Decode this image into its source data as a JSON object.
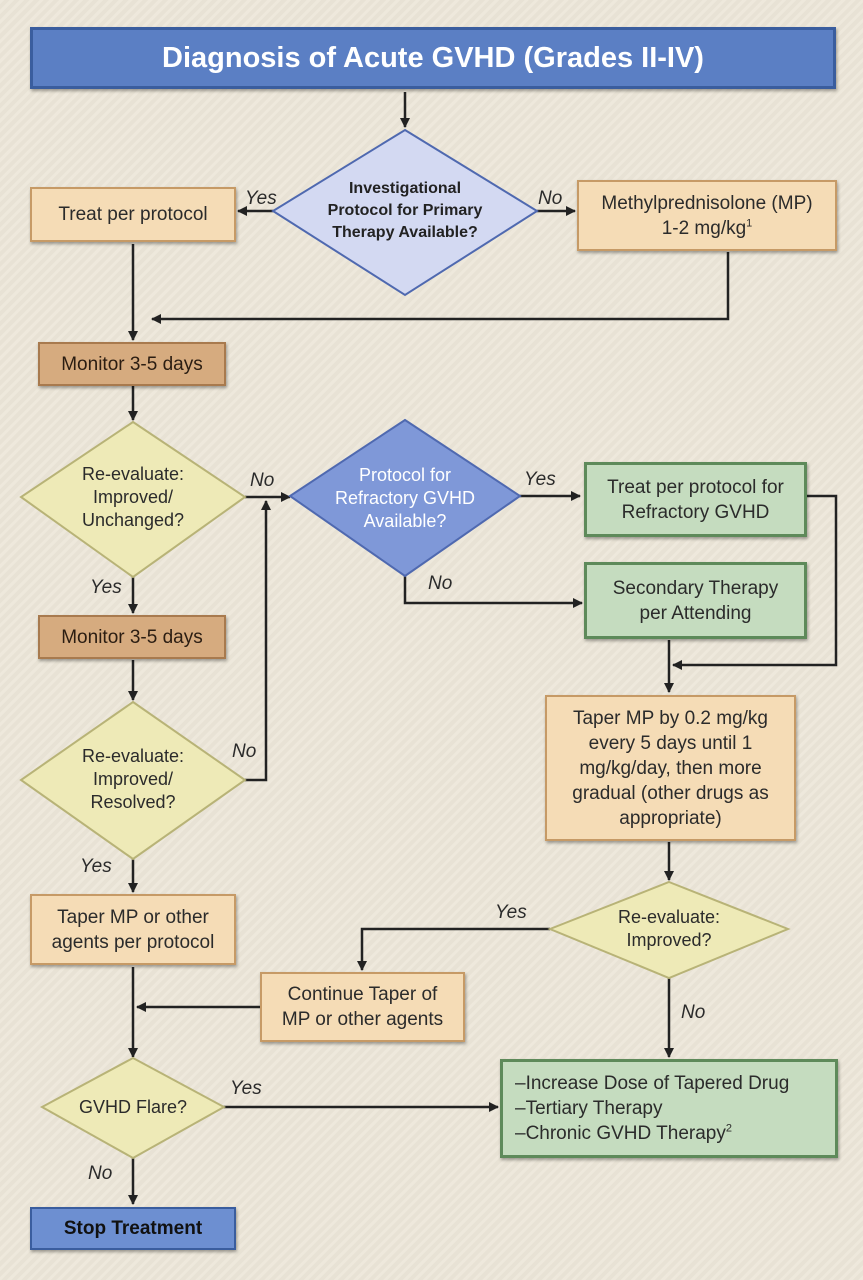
{
  "title": "Diagnosis of Acute GVHD (Grades II-IV)",
  "nodes": {
    "investigational": "Investigational Protocol for Primary Therapy Available?",
    "treat_protocol": "Treat per protocol",
    "mp": "Methylprednisolone (MP) 1-2 mg/kg",
    "mp_sup": "1",
    "monitor1": "Monitor 3-5 days",
    "reeval1": "Re-evaluate: Improved/ Unchanged?",
    "refractory_q": "Protocol for Refractory GVHD Available?",
    "treat_refractory": "Treat per protocol for Refractory GVHD",
    "secondary": "Secondary Therapy per Attending",
    "monitor2": "Monitor 3-5 days",
    "reeval2": "Re-evaluate: Improved/ Resolved?",
    "taper_mp": "Taper MP by 0.2 mg/kg every 5 days until 1 mg/kg/day, then more gradual (other drugs as appropriate)",
    "taper_other": "Taper MP or other agents per protocol",
    "reeval3": "Re-evaluate: Improved?",
    "continue_taper": "Continue Taper of MP or other agents",
    "flare": "GVHD Flare?",
    "increase_list": [
      "–Increase Dose of Tapered Drug",
      "–Tertiary Therapy",
      "–Chronic GVHD Therapy"
    ],
    "increase_sup": "2",
    "stop": "Stop Treatment"
  },
  "edge_labels": {
    "yes1": "Yes",
    "no1": "No",
    "no2": "No",
    "yes2": "Yes",
    "no3": "No",
    "yes3": "Yes",
    "no4": "No",
    "yes4": "Yes",
    "yes5": "Yes",
    "no5": "No",
    "yes6": "Yes",
    "no6": "No"
  },
  "colors": {
    "title_blue": "#5b7fc4",
    "peach": "#f5dcb6",
    "brown": "#d6ab7f",
    "green": "#c5dcbf",
    "diamond_blue_light": "#d3d9f2",
    "diamond_blue": "#7f98d8",
    "diamond_yellow": "#eeeab7",
    "line": "#222222"
  }
}
